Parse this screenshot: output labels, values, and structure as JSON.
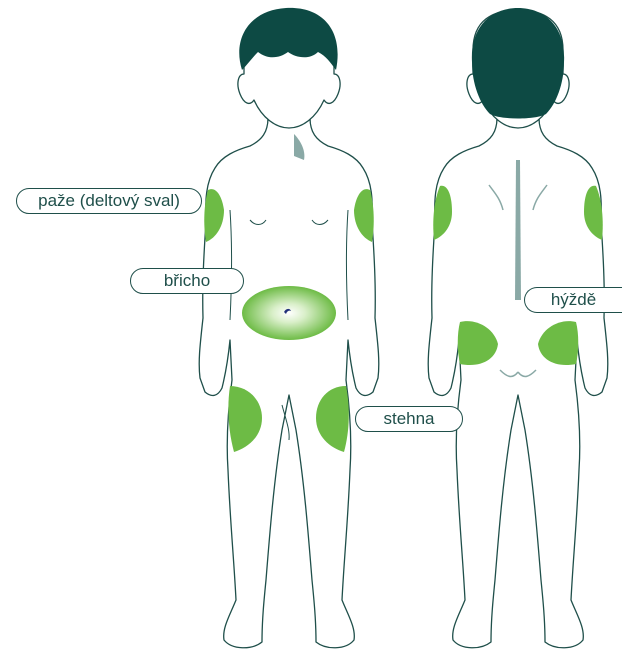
{
  "labels": {
    "arm": "paže (deltový sval)",
    "belly": "břicho",
    "thighs": "stehna",
    "buttocks": "hýždě"
  },
  "colors": {
    "outline": "#1f4f4a",
    "hair": "#0d4a44",
    "zone": "#6dbb45",
    "zone_light": "#e9f5df",
    "navel": "#22307a",
    "spine": "#8aa9a6"
  }
}
